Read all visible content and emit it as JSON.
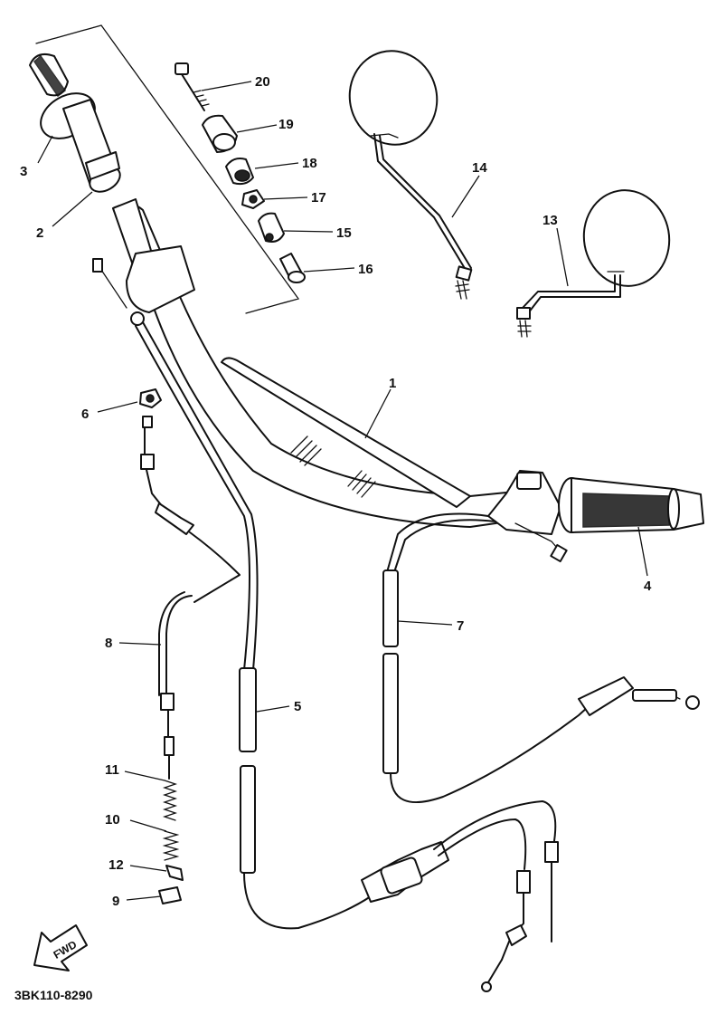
{
  "drawing_code": "3BK110-8290",
  "direction_label": "FWD",
  "callouts": {
    "c1": "1",
    "c2": "2",
    "c3": "3",
    "c4": "4",
    "c5": "5",
    "c6": "6",
    "c7": "7",
    "c8": "8",
    "c9": "9",
    "c10": "10",
    "c11": "11",
    "c12": "12",
    "c13": "13",
    "c14": "14",
    "c15": "15",
    "c16": "16",
    "c17": "17",
    "c18": "18",
    "c19": "19",
    "c20": "20"
  }
}
